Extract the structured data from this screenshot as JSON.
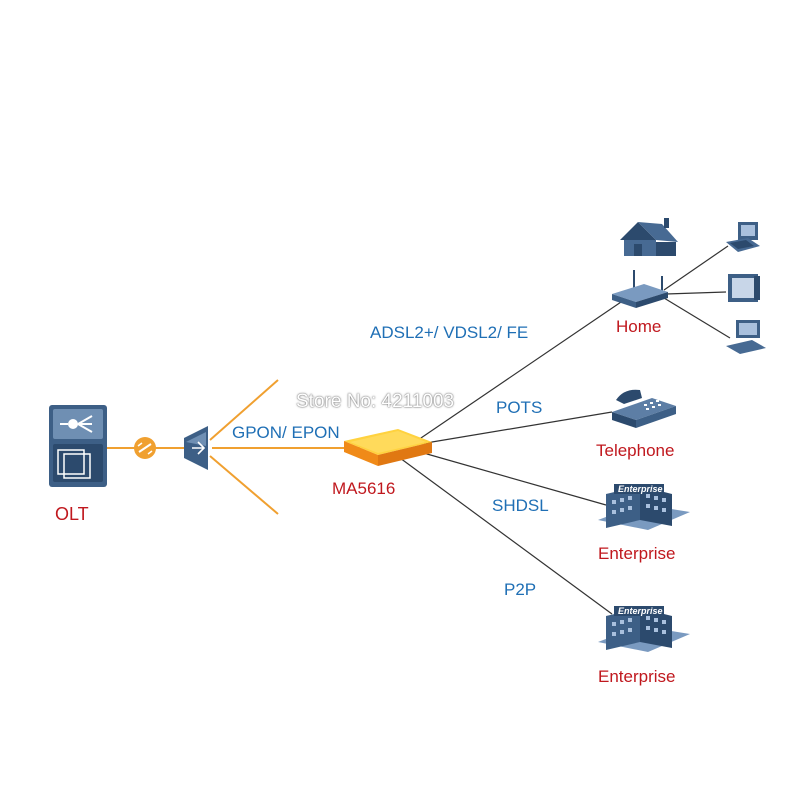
{
  "nodes": {
    "olt": "OLT",
    "ma5616": "MA5616",
    "home": "Home",
    "telephone": "Telephone",
    "enterprise_1": "Enterprise",
    "enterprise_2": "Enterprise"
  },
  "links": {
    "gpon": "GPON/ EPON",
    "adsl": "ADSL2+/ VDSL2/ FE",
    "pots": "POTS",
    "shdsl": "SHDSL",
    "p2p": "P2P"
  },
  "building_sign": "Enterprise",
  "watermark": "Store No: 4211003",
  "colors": {
    "fiber": "#f0a030",
    "copper": "#333333",
    "label_blue": "#1f6fb5",
    "label_red": "#c0181e",
    "device_blue": "#3d5f86"
  }
}
